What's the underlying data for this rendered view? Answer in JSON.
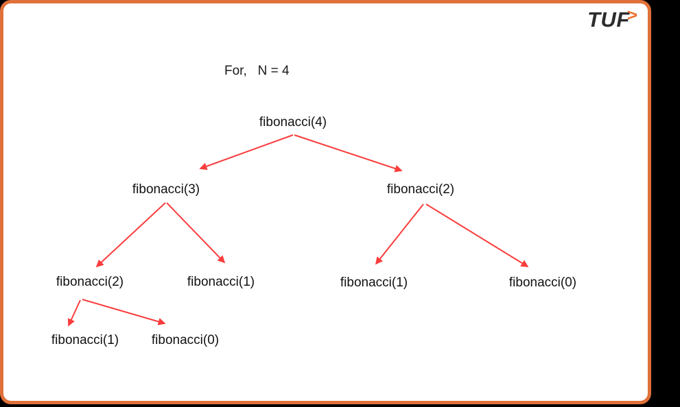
{
  "colors": {
    "background": "#000000",
    "card_background": "#ffffff",
    "card_border": "#e0713a",
    "arrow": "#fa3c3c",
    "logo_text_color": "#2d2d2d",
    "logo_chevron_color": "#ee6f2d"
  },
  "logo": {
    "text": "TUF",
    "chevron": ">"
  },
  "heading": "For,   N = 4",
  "tree": {
    "nodes": [
      {
        "id": "root",
        "label": "fibonacci(4)"
      },
      {
        "id": "l",
        "label": "fibonacci(3)"
      },
      {
        "id": "r",
        "label": "fibonacci(2)"
      },
      {
        "id": "ll",
        "label": "fibonacci(2)"
      },
      {
        "id": "lr",
        "label": "fibonacci(1)"
      },
      {
        "id": "rl",
        "label": "fibonacci(1)"
      },
      {
        "id": "rr",
        "label": "fibonacci(0)"
      },
      {
        "id": "lll",
        "label": "fibonacci(1)"
      },
      {
        "id": "llr",
        "label": "fibonacci(0)"
      }
    ],
    "edges": [
      [
        "root",
        "l"
      ],
      [
        "root",
        "r"
      ],
      [
        "l",
        "ll"
      ],
      [
        "l",
        "lr"
      ],
      [
        "r",
        "rl"
      ],
      [
        "r",
        "rr"
      ],
      [
        "ll",
        "lll"
      ],
      [
        "ll",
        "llr"
      ]
    ]
  }
}
